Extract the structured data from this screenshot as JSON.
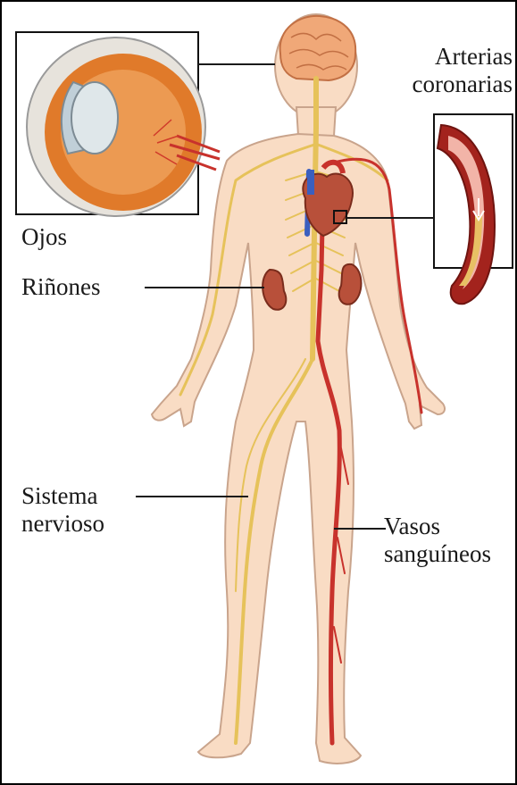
{
  "labels": {
    "eyes": "Ojos",
    "kidneys": "Riñones",
    "coronary_line1": "Arterias",
    "coronary_line2": "coronarias",
    "nervous_line1": "Sistema",
    "nervous_line2": "nervioso",
    "vessels_line1": "Vasos",
    "vessels_line2": "sanguíneos"
  },
  "colors": {
    "skin": "#f9dcc4",
    "skin_outline": "#c9a48c",
    "nerve": "#e6c25a",
    "artery": "#c8322c",
    "vein": "#3b5fbf",
    "organ": "#b8503a",
    "eye_orange": "#e07a2a",
    "brain": "#f0a878",
    "leader_line": "#1a1a1a"
  }
}
